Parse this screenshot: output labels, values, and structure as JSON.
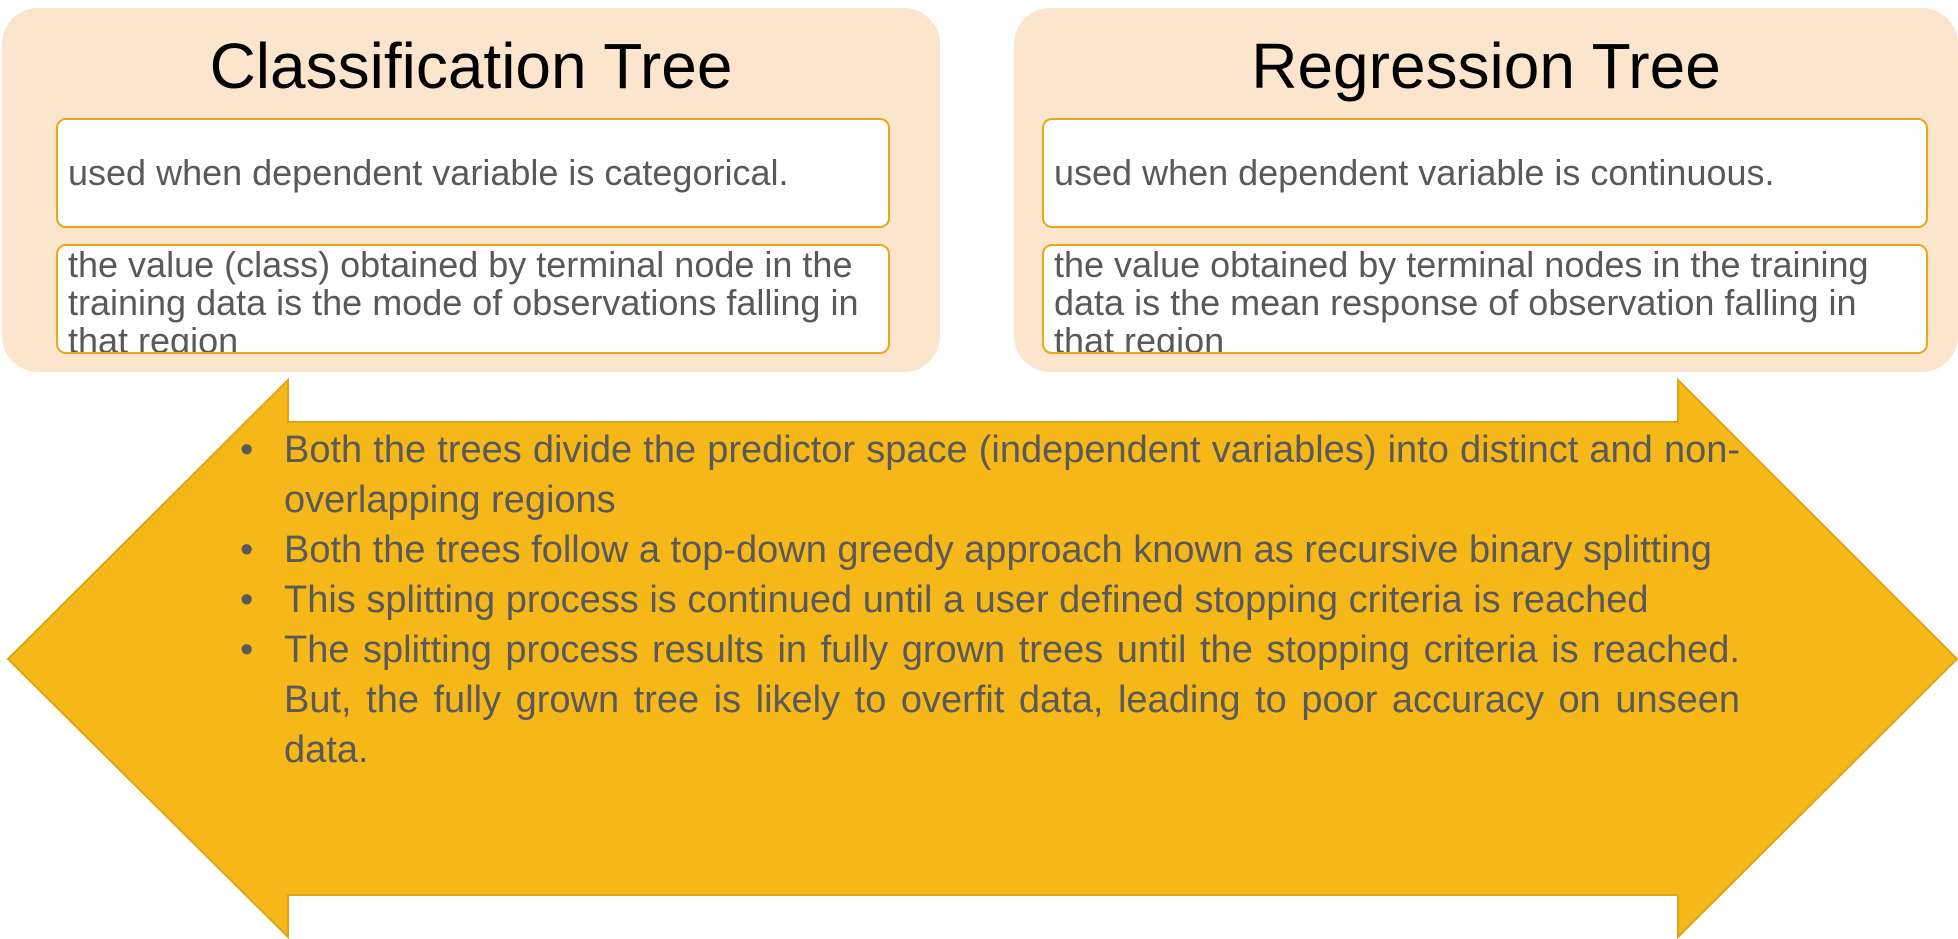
{
  "classification": {
    "title": "Classification Tree",
    "card1": "used when dependent variable is categorical.",
    "card2": "the value (class) obtained by terminal node in the training data is the mode of observations falling in that region"
  },
  "regression": {
    "title": "Regression Tree",
    "card1": "used when dependent variable is continuous.",
    "card2": "the value obtained by terminal nodes in the training data is the mean response of observation falling in that region"
  },
  "similarities": {
    "bullet_symbol": "•",
    "items": [
      "Both the trees divide the predictor space (independent variables) into distinct and non-overlapping regions",
      "Both the trees follow a top-down greedy approach known as recursive binary splitting",
      "This splitting process is continued until a user defined stopping criteria is reached",
      "The splitting process results in fully grown trees until the stopping criteria is reached. But, the fully grown tree is likely to overfit data, leading to poor accuracy on unseen data."
    ]
  },
  "colors": {
    "panel_fill": "#fbe5cd",
    "card_border": "#e8a917",
    "arrow_fill": "#f6b818",
    "arrow_stroke": "#dba514",
    "body_text": "#595959",
    "title_text": "#000000"
  }
}
